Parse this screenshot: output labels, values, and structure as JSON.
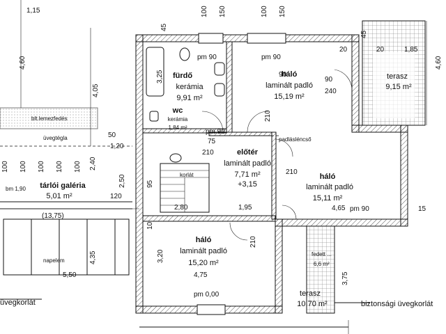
{
  "rooms": {
    "furdo": {
      "name": "fürdő",
      "floor": "kerámia",
      "area": "9,91 m²"
    },
    "halo_top": {
      "name": "háló",
      "floor": "laminált padló",
      "area": "15,19 m²"
    },
    "wc": {
      "name": "wc",
      "floor": "kerámia",
      "area": "1,84 m²"
    },
    "eloter": {
      "name": "előtér",
      "floor": "laminált padló",
      "area": "7,71 m²",
      "level": "+3,15"
    },
    "halo_right": {
      "name": "háló",
      "floor": "laminált padló",
      "area": "15,11 m²"
    },
    "galeria": {
      "name": "tárlói galéria",
      "area": "5,01 m²"
    },
    "halo_bottom": {
      "name": "háló",
      "floor": "laminált padló",
      "area": "15,20 m²"
    },
    "terasz_top": {
      "name": "terasz",
      "area": "9,15 m²"
    },
    "terasz_bottom": {
      "name": "terasz",
      "area": "10,70 m²"
    }
  },
  "labels": {
    "blt": "blt.lemezfedés",
    "uvegfal": "üvegtégla",
    "bm": "bm 1,90",
    "padlas": "padlásléпcső",
    "napelem": "napelem",
    "fedett": "fedett ...",
    "fedett_area": "6,6 m²",
    "korlat_left": "üvegkorlát",
    "korlat_right": "biztonsági üvegkorlát",
    "kemeny": "korlát"
  },
  "dimensions": {
    "d_115": "1,15",
    "d_460_left": "4,60",
    "d_460_right": "4,60",
    "d_405": "4,05",
    "d_100a": "100",
    "d_150a": "150",
    "d_100b": "100",
    "d_150b": "150",
    "d_45a": "45",
    "d_45b": "45",
    "d_325": "3,25",
    "pm90a": "pm 90",
    "pm90b": "pm 90",
    "pm90c": "pm 90",
    "pm90d": "pm 90",
    "pm000": "pm 0,00",
    "d_90a": "90",
    "d_240": "240",
    "d_210a": "210",
    "d_210b": "210",
    "d_210c": "210",
    "d_210d": "210",
    "d_75": "75",
    "d_50": "50",
    "d_120": "120",
    "d_120b": "1,20",
    "d_250": "2,50",
    "d_240b": "2,40",
    "d_280": "2,80",
    "d_195": "1,95",
    "d_465": "4,65",
    "d_1375": "(13,75)",
    "d_435": "4,35",
    "d_550": "5,50",
    "d_320": "3,20",
    "d_475": "4,75",
    "d_375": "3,75",
    "d_20a": "20",
    "d_20b": "20",
    "d_185": "1,85",
    "d_15": "15",
    "d_10": "10",
    "d_100c": "100",
    "d_100d": "100",
    "d_100e": "100",
    "d_100f": "100",
    "d_100g": "100",
    "d_95": "95"
  }
}
